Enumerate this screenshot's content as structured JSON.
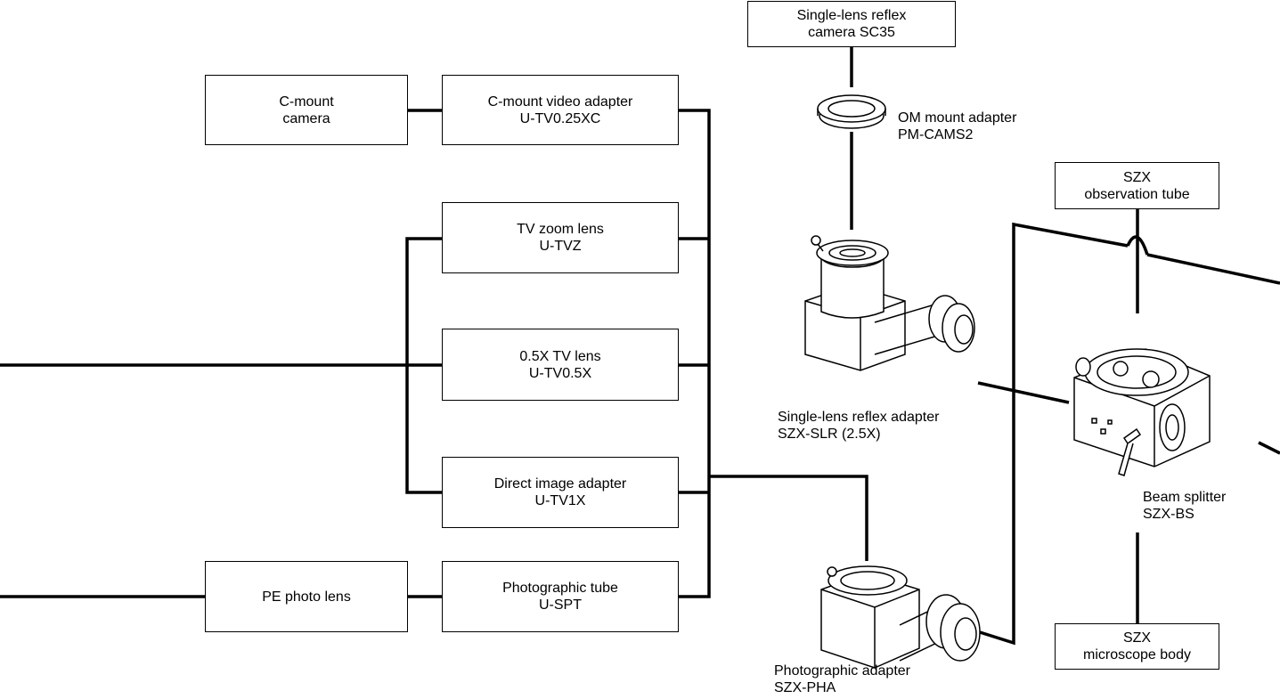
{
  "boxes": {
    "c_mount_camera": [
      "C-mount",
      "camera"
    ],
    "c_mount_video_adapter": [
      "C-mount video adapter",
      "U-TV0.25XC"
    ],
    "tv_zoom_lens": [
      "TV zoom lens",
      "U-TVZ"
    ],
    "tv_lens_05x": [
      "0.5X TV lens",
      "U-TV0.5X"
    ],
    "direct_image_adapter": [
      "Direct image adapter",
      "U-TV1X"
    ],
    "pe_photo_lens": [
      "PE photo lens"
    ],
    "photographic_tube": [
      "Photographic tube",
      "U-SPT"
    ],
    "slr_camera": [
      "Single-lens reflex",
      "camera SC35"
    ],
    "szx_observation_tube": [
      "SZX",
      "observation tube"
    ],
    "szx_microscope_body": [
      "SZX",
      "microscope body"
    ]
  },
  "labels": {
    "om_mount_adapter": [
      "OM mount adapter",
      "PM-CAMS2"
    ],
    "slr_adapter": [
      "Single-lens reflex adapter",
      "SZX-SLR (2.5X)"
    ],
    "beam_splitter": [
      "Beam splitter",
      "SZX-BS"
    ],
    "photographic_adapter": [
      "Photographic adapter",
      "SZX-PHA"
    ]
  }
}
